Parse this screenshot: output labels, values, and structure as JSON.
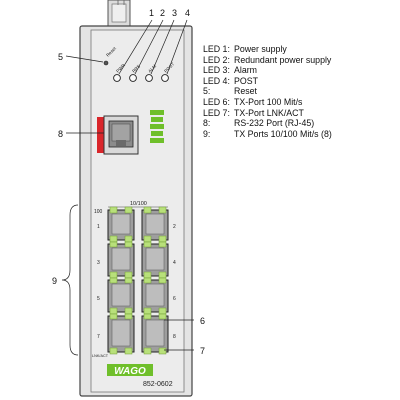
{
  "device": {
    "reset_label": "Reset",
    "led_labels": [
      "PWR",
      "RPS",
      "ALM",
      "POST"
    ],
    "port_group_label": "10/100",
    "speed_label": "100",
    "linkact_label": "LNK/ACT",
    "port_numbers_left": [
      "1",
      "3",
      "5",
      "7"
    ],
    "port_numbers_right": [
      "2",
      "4",
      "6",
      "8"
    ],
    "brand_logo": "WAGO",
    "model": "852-0602",
    "colors": {
      "housing": "#e6e6e6",
      "led_green": "#b8e07a",
      "rs232_red": "#d9262b",
      "wago_green": "#6fbf2a"
    }
  },
  "callouts": [
    "1",
    "2",
    "3",
    "4",
    "5",
    "8",
    "9",
    "6",
    "7"
  ],
  "legend": [
    {
      "key": "LED 1:",
      "desc": "Power supply"
    },
    {
      "key": "LED 2:",
      "desc": "Redundant power supply"
    },
    {
      "key": "LED 3:",
      "desc": "Alarm"
    },
    {
      "key": "LED 4:",
      "desc": "POST"
    },
    {
      "key": "5:",
      "desc": "Reset"
    },
    {
      "key": "LED 6:",
      "desc": "TX-Port 100 Mit/s"
    },
    {
      "key": "LED 7:",
      "desc": "TX-Port LNK/ACT"
    },
    {
      "key": "8:",
      "desc": "RS-232 Port (RJ-45)"
    },
    {
      "key": "9:",
      "desc": "TX Ports 10/100 Mit/s (8)"
    }
  ]
}
